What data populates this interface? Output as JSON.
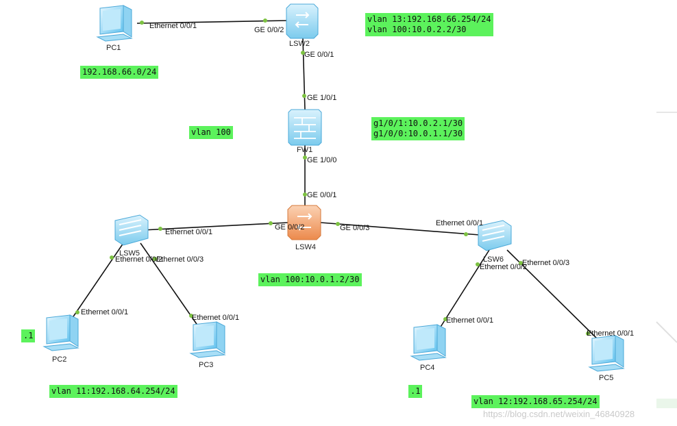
{
  "nodes": {
    "pc1": "PC1",
    "lsw2": "LSW2",
    "fw1": "FW1",
    "lsw4": "LSW4",
    "lsw5": "LSW5",
    "lsw6": "LSW6",
    "pc2": "PC2",
    "pc3": "PC3",
    "pc4": "PC4",
    "pc5": "PC5"
  },
  "ports": {
    "pc1_lsw2_a": "Ethernet 0/0/1",
    "pc1_lsw2_b": "GE 0/0/2",
    "lsw2_fw_a": "GE 0/0/1",
    "lsw2_fw_b": "GE 1/0/1",
    "fw_lsw4_a": "GE 1/0/0",
    "fw_lsw4_b": "GE 0/0/1",
    "lsw5_lsw4_a": "Ethernet 0/0/1",
    "lsw5_lsw4_b": "GE 0/0/2",
    "lsw4_lsw6_a": "GE 0/0/3",
    "lsw4_lsw6_b": "Ethernet 0/0/1",
    "lsw5_pc2_a": "Ethernet 0/0/2",
    "lsw5_pc2_b": "Ethernet 0/0/1",
    "lsw5_pc3_a": "Ethernet 0/0/3",
    "lsw5_pc3_b": "Ethernet 0/0/1",
    "lsw6_pc4_a": "Ethernet 0/0/2",
    "lsw6_pc4_b": "Ethernet 0/0/1",
    "lsw6_pc5_a": "Ethernet 0/0/3",
    "lsw6_pc5_b": "Ethernet 0/0/1"
  },
  "notes": {
    "lsw2_vlans": "vlan 13:192.168.66.254/24\nvlan 100:10.0.2.2/30",
    "pc1_net": "192.168.66.0/24",
    "vlan100": "vlan 100",
    "fw_ips": "g1/0/1:10.0.2.1/30\ng1/0/0:10.0.1.1/30",
    "lsw4_vlan": "vlan 100:10.0.1.2/30",
    "pc2_host": ".1",
    "pc4_host": ".1",
    "vlan11": "vlan 11:192.168.64.254/24",
    "vlan12": "vlan 12:192.168.65.254/24"
  },
  "watermark": "https://blog.csdn.net/weixin_46840928",
  "colors": {
    "note_bg": "#5cf25c",
    "link": "#111111",
    "port_dot": "#7dc242",
    "switch_blue": "#9ed8f2",
    "core_orange": "#f0a36c"
  }
}
